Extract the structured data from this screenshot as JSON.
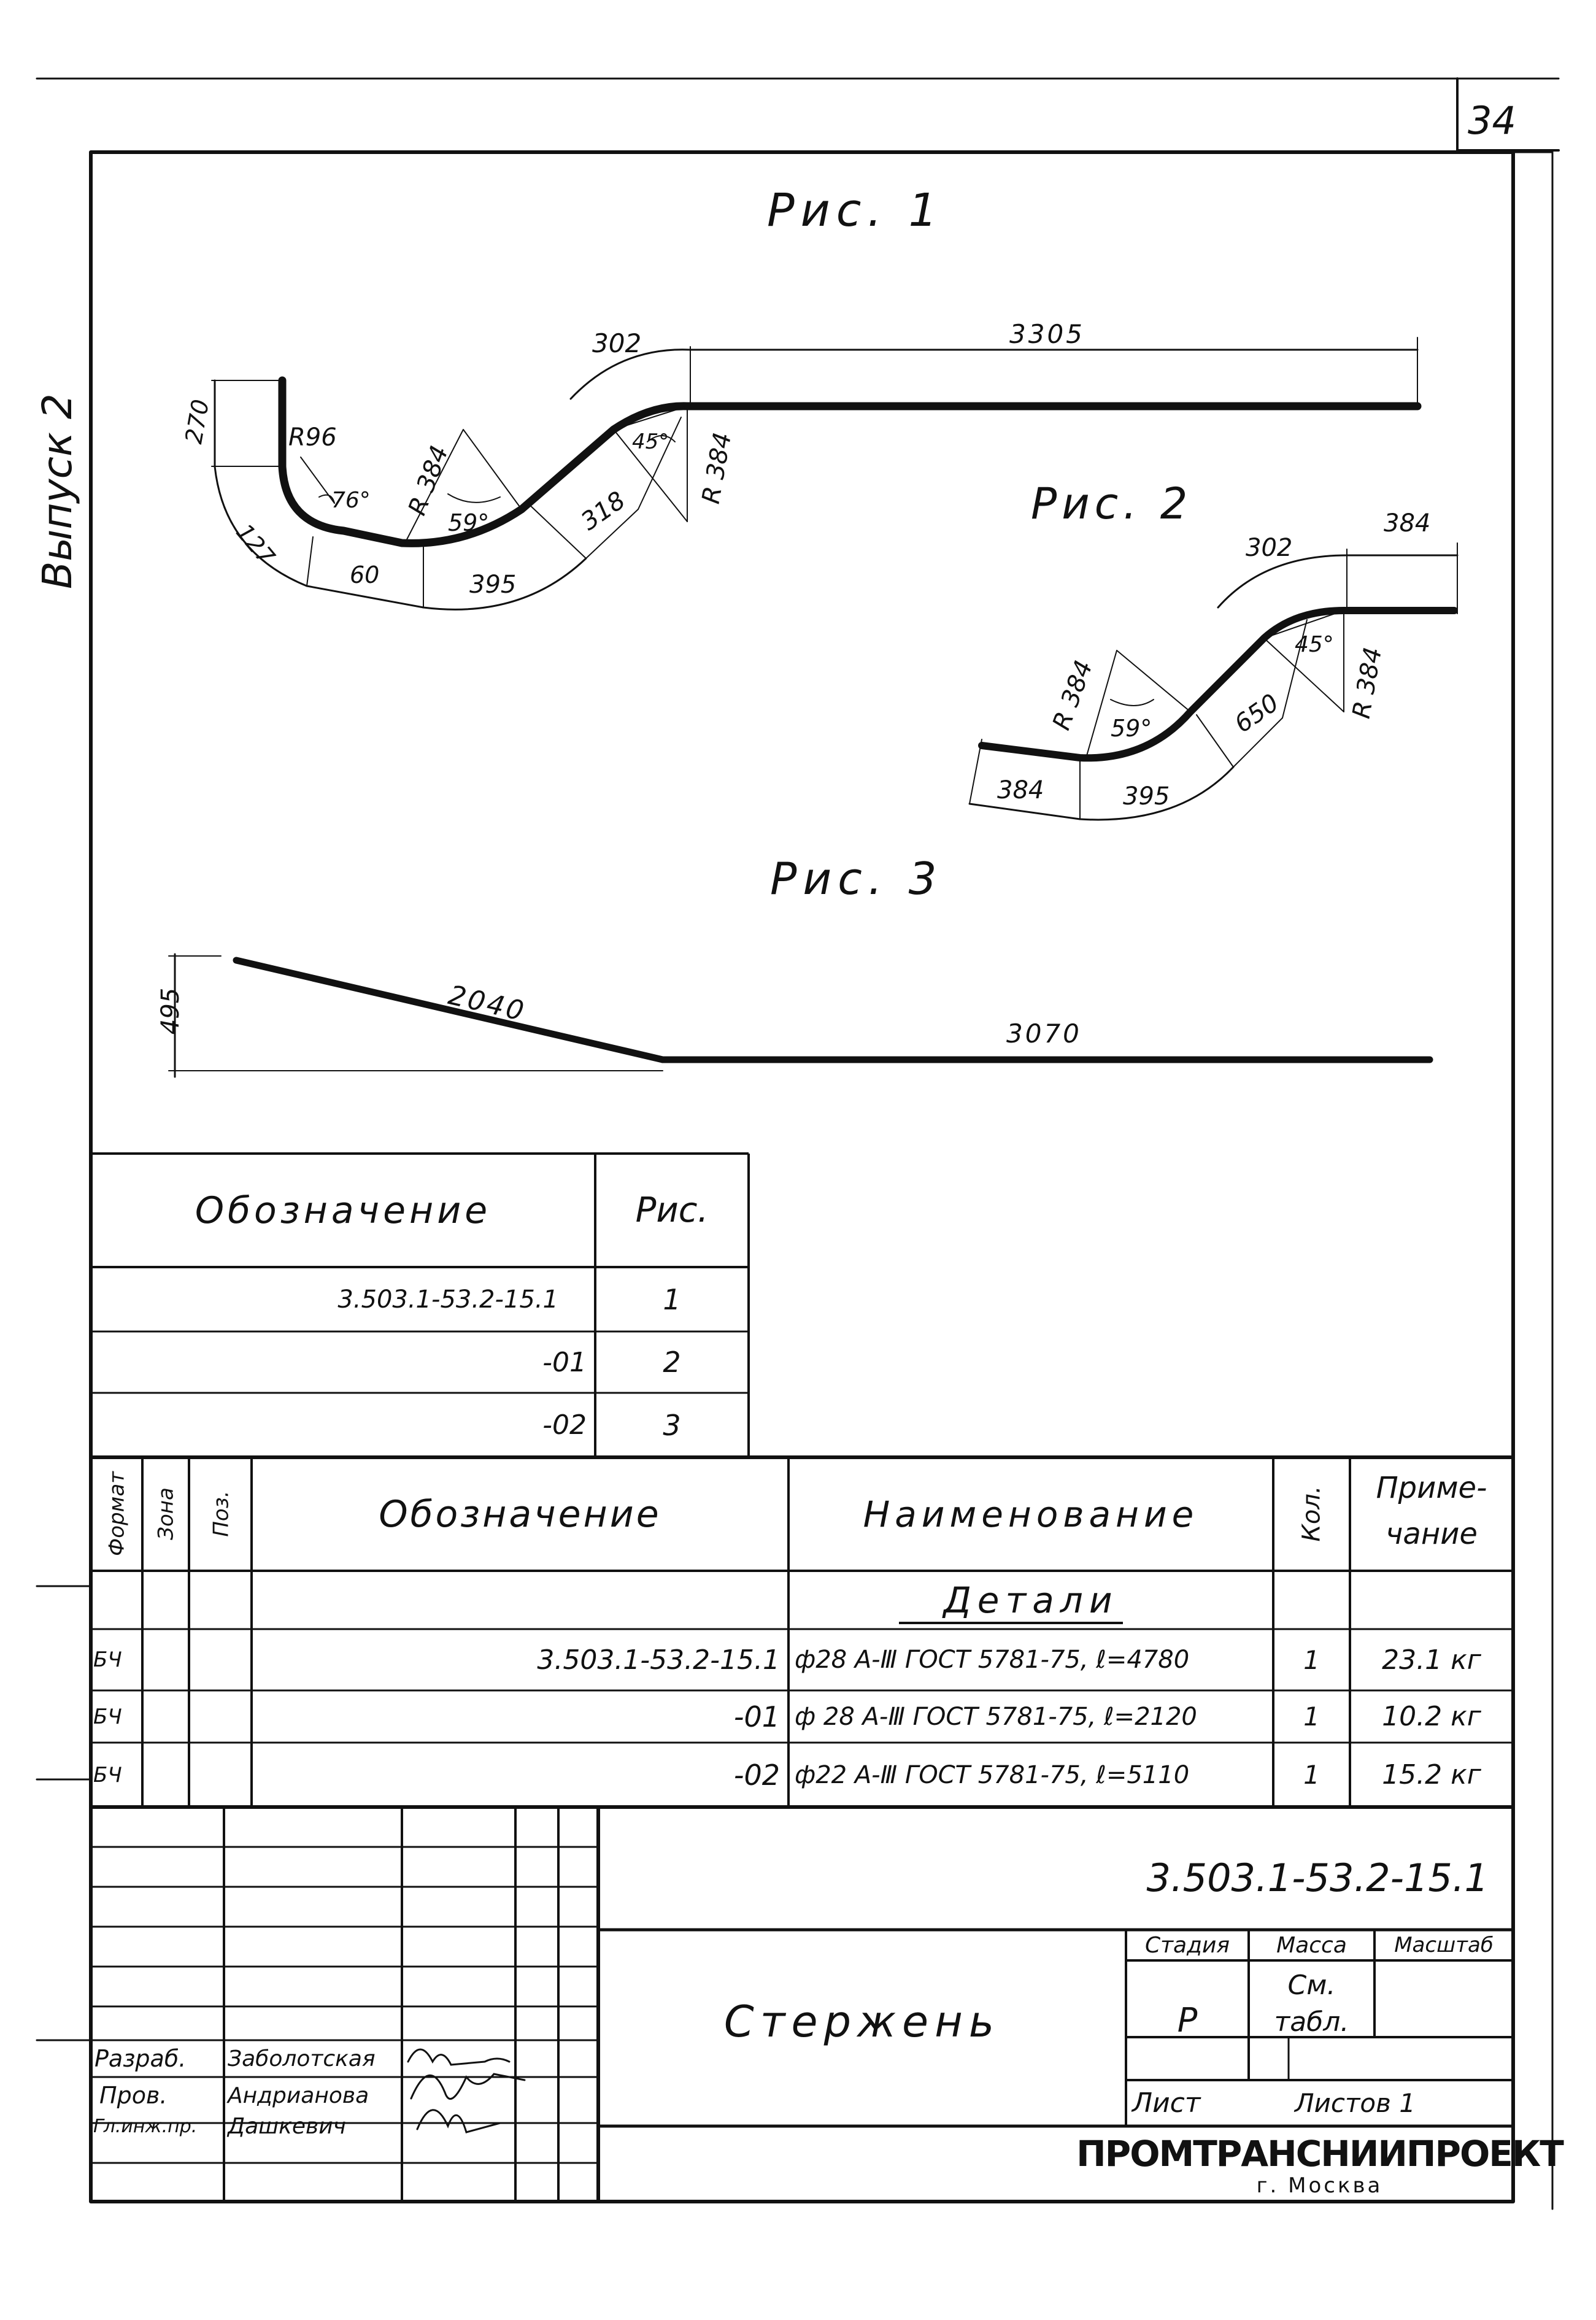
{
  "sheet": {
    "number": "34",
    "issue_label": "Выпуск 2"
  },
  "figures": {
    "fig1": {
      "title": "Рис. 1",
      "dims": [
        "270",
        "R96",
        "127",
        "76°",
        "60",
        "R 384",
        "59°",
        "395",
        "318",
        "45°",
        "R 384",
        "302",
        "3305"
      ]
    },
    "fig2": {
      "title": "Рис. 2",
      "dims": [
        "302",
        "384",
        "45°",
        "R 384",
        "650",
        "R 384",
        "59°",
        "384",
        "395"
      ]
    },
    "fig3": {
      "title": "Рис. 3",
      "dims": [
        "495",
        "2040",
        "3070"
      ]
    }
  },
  "ref_table": {
    "headers": [
      "Обозначение",
      "Рис."
    ],
    "rows": [
      [
        "3.503.1-53.2-15.1",
        "1"
      ],
      [
        "-01",
        "2"
      ],
      [
        "-02",
        "3"
      ]
    ]
  },
  "spec_table": {
    "headers": [
      "Формат",
      "Зона",
      "Поз.",
      "Обозначение",
      "Наименование",
      "Кол.",
      "Приме-",
      "чание"
    ],
    "section": "Детали",
    "rows": [
      [
        "БЧ",
        "",
        "",
        "3.503.1-53.2-15.1",
        "ф28 А-Ⅲ ГОСТ 5781-75, ℓ=4780",
        "1",
        "23.1 кг"
      ],
      [
        "БЧ",
        "",
        "",
        "-01",
        "ф 28 А-Ⅲ ГОСТ 5781-75, ℓ=2120",
        "1",
        "10.2 кг"
      ],
      [
        "БЧ",
        "",
        "",
        "-02",
        "ф22 А-Ⅲ ГОСТ 5781-75, ℓ=5110",
        "1",
        "15.2 кг"
      ]
    ]
  },
  "title_block": {
    "doc_code": "3.503.1-53.2-15.1",
    "part_name": "Стержень",
    "stage_label": "Стадия",
    "mass_label": "Масса",
    "scale_label": "Масштаб",
    "stage_value": "Р",
    "mass_value_1": "См.",
    "mass_value_2": "табл.",
    "sheet_label": "Лист",
    "sheets_label": "Листов 1",
    "org_name": "ПРОМТРАНСНИИПРОЕКТ",
    "org_city": "г. Москва",
    "staff": [
      {
        "role": "Разраб.",
        "name": "Заболотская"
      },
      {
        "role": "Пров.",
        "name": "Андрианова"
      },
      {
        "role": "Гл.инж.пр.",
        "name": "Дашкевич"
      }
    ]
  }
}
